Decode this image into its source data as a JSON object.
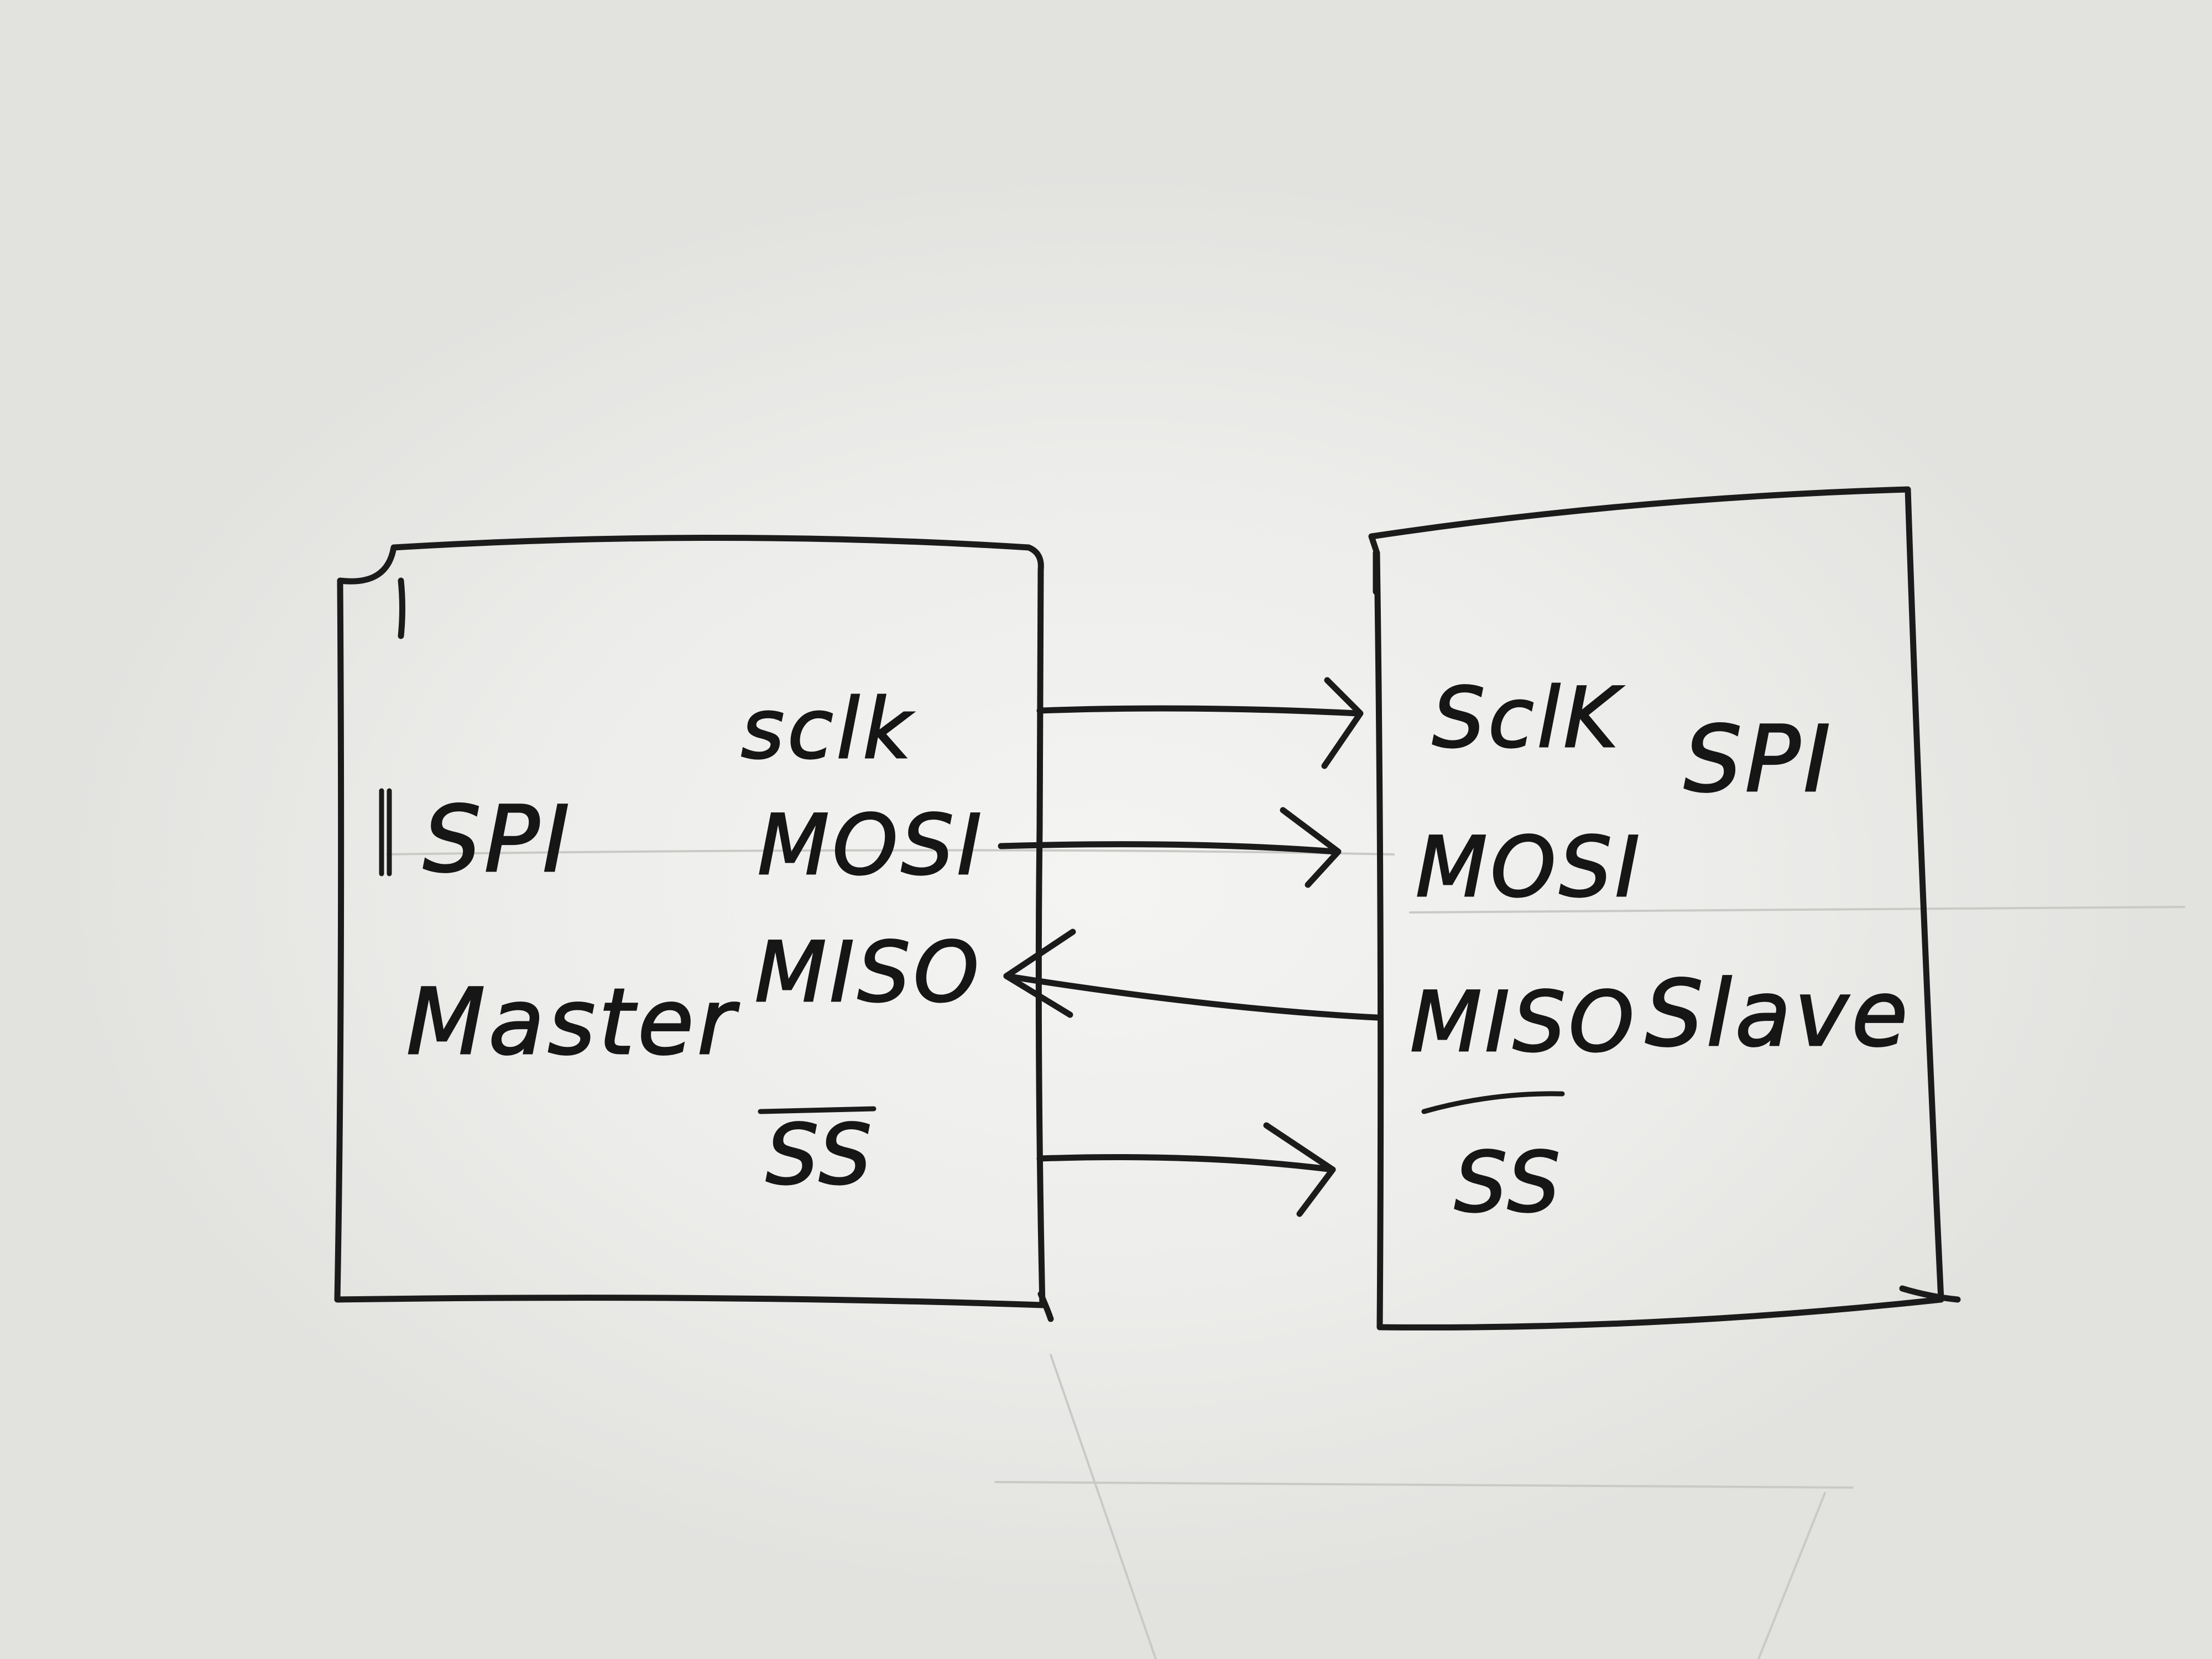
{
  "master": {
    "title_line1": "SPI",
    "title_line2": "Master",
    "pins": [
      "sclk",
      "MOSI",
      "MISO",
      "SS"
    ]
  },
  "slave": {
    "title_line1": "SPI",
    "title_line2": "Slave",
    "pins": [
      "SclK",
      "MOSI",
      "MISO",
      "SS"
    ]
  },
  "connections": [
    {
      "signal": "SCLK",
      "direction": "master-to-slave"
    },
    {
      "signal": "MOSI",
      "direction": "master-to-slave"
    },
    {
      "signal": "MISO",
      "direction": "slave-to-master"
    },
    {
      "signal": "SS",
      "direction": "master-to-slave"
    }
  ]
}
